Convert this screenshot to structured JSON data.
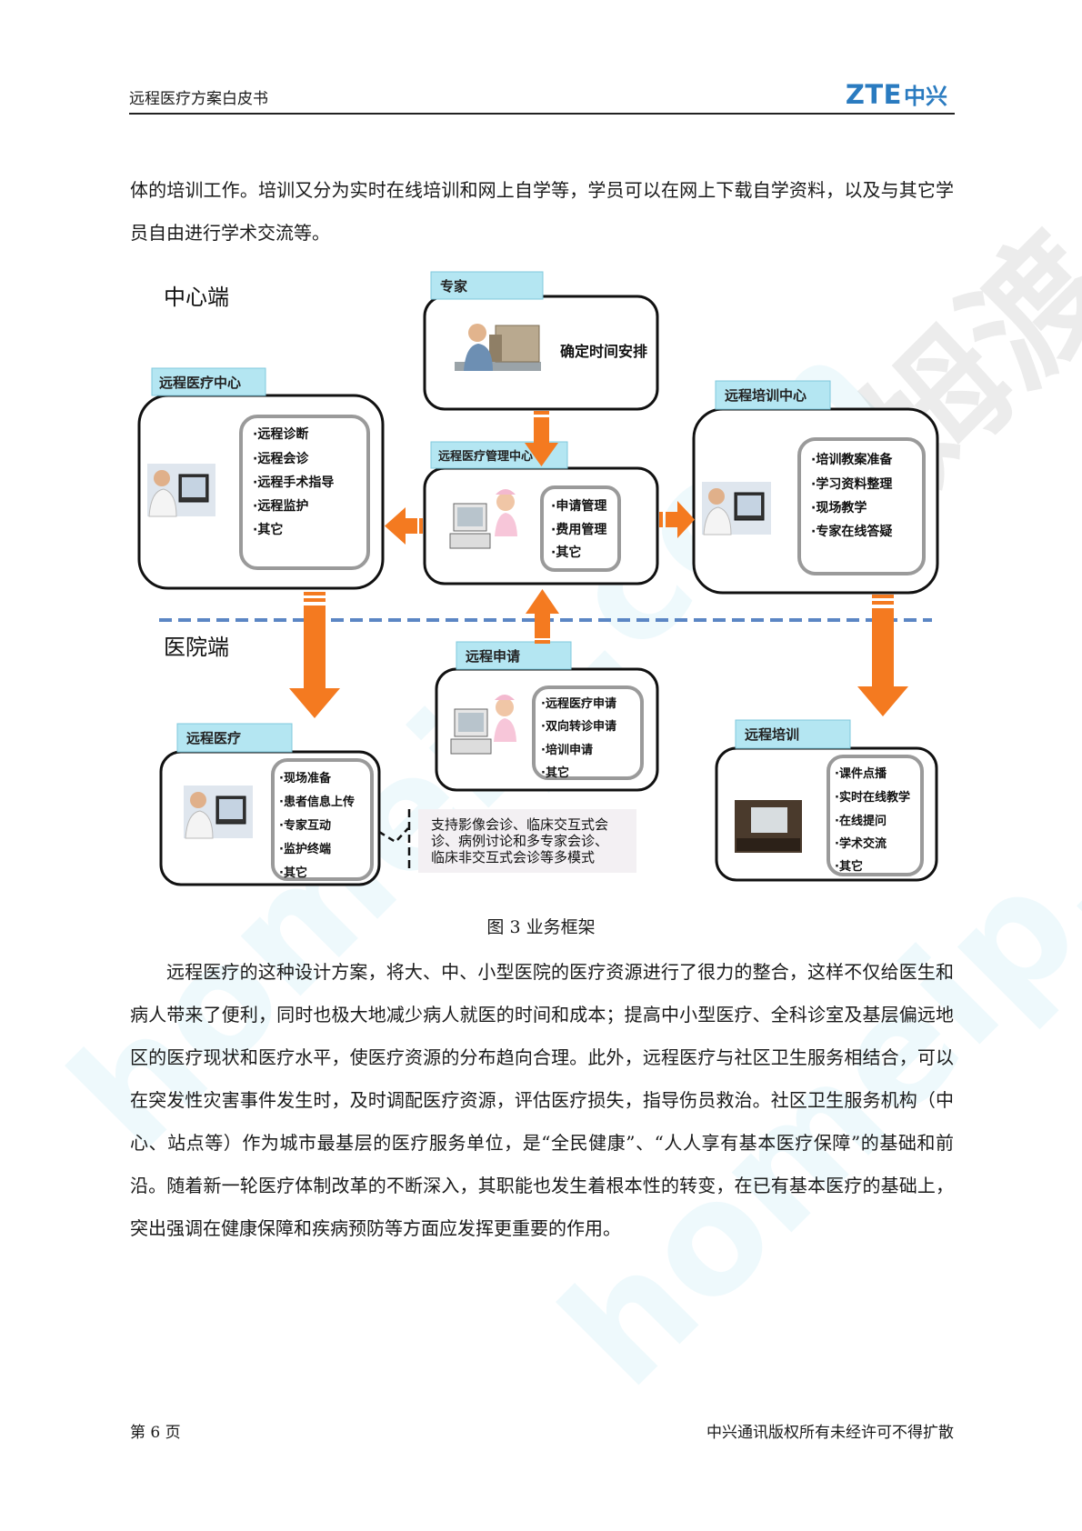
{
  "header": {
    "title": "远程医疗方案白皮书",
    "logo_latin": "ZTE",
    "logo_cn": "中兴"
  },
  "paragraphs": {
    "intro": "体的培训工作。培训又分为实时在线培训和网上自学等，学员可以在网上下载自学资料，以及与其它学员自由进行学术交流等。",
    "body": "远程医疗的这种设计方案，将大、中、小型医院的医疗资源进行了很力的整合，这样不仅给医生和病人带来了便利，同时也极大地减少病人就医的时间和成本；提高中小型医疗、全科诊室及基层偏远地区的医疗现状和医疗水平，使医疗资源的分布趋向合理。此外，远程医疗与社区卫生服务相结合，可以在突发性灾害事件发生时，及时调配医疗资源，评估医疗损失，指导伤员救治。社区卫生服务机构（中心、站点等）作为城市最基层的医疗服务单位，是“全民健康”、“人人享有基本医疗保障”的基础和前沿。随着新一轮医疗体制改革的不断深入，其职能也发生着根本性的转变，在已有基本医疗的基础上，突出强调在健康保障和疾病预防等方面应发挥更重要的作用。"
  },
  "diagram": {
    "section_center": "中心端",
    "section_hospital": "医院端",
    "expert": {
      "tab": "专家",
      "text": "确定时间安排"
    },
    "center": {
      "tab": "远程医疗中心",
      "items": [
        "·远程诊断",
        "·远程会诊",
        "·远程手术指导",
        "·远程监护",
        "·其它"
      ]
    },
    "management": {
      "tab": "远程医疗管理中心",
      "items": [
        "·申请管理",
        "·费用管理",
        "·其它"
      ]
    },
    "training_center": {
      "tab": "远程培训中心",
      "items": [
        "·培训教案准备",
        "·学习资料整理",
        "·现场教学",
        "·专家在线答疑"
      ]
    },
    "application": {
      "tab": "远程申请",
      "items": [
        "·远程医疗申请",
        "·双向转诊申请",
        "·培训申请",
        "·其它"
      ]
    },
    "hospital_medical": {
      "tab": "远程医疗",
      "items": [
        "·现场准备",
        "·患者信息上传",
        "·专家互动",
        "·监护终端",
        "·其它"
      ]
    },
    "hospital_training": {
      "tab": "远程培训",
      "items": [
        "·课件点播",
        "·实时在线教学",
        "·在线提问",
        "·学术交流",
        "·其它"
      ]
    },
    "note_lines": [
      "支持影像会诊、临床交互式会",
      "诊、病例讨论和多专家会诊、",
      "临床非交互式会诊等多模式"
    ],
    "colors": {
      "tab_fill": "#b4e6f2",
      "arrow": "#f47a20",
      "divider": "#5b86c4",
      "box_border": "#111111",
      "inner_border": "#9a9a9a"
    }
  },
  "caption": "图 3  业务框架",
  "footer": {
    "page": "第 6 页",
    "copyright": "中兴通讯版权所有未经许可不得扩散"
  },
  "watermarks": [
    "homeip.com",
    "homeip.com",
    "河姆渡"
  ]
}
